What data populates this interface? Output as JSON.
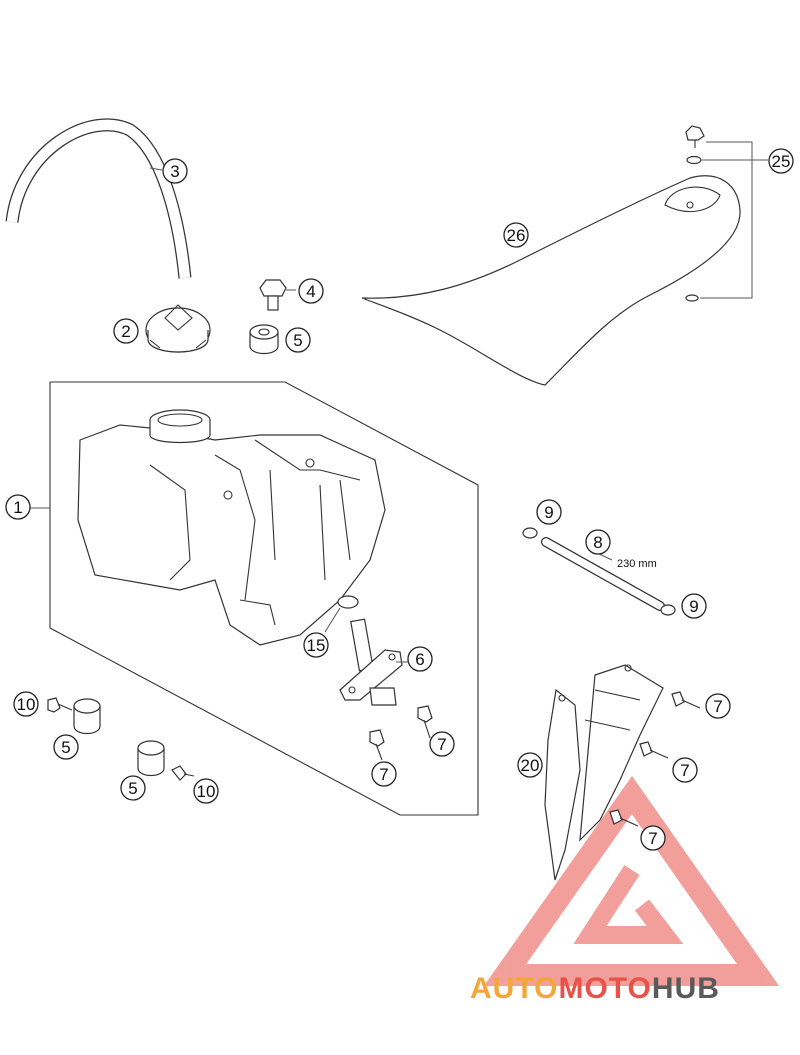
{
  "diagram": {
    "callouts": [
      {
        "id": "c3",
        "label": "3"
      },
      {
        "id": "c2",
        "label": "2"
      },
      {
        "id": "c4",
        "label": "4"
      },
      {
        "id": "c5a",
        "label": "5"
      },
      {
        "id": "c1",
        "label": "1"
      },
      {
        "id": "c15",
        "label": "15"
      },
      {
        "id": "c6",
        "label": "6"
      },
      {
        "id": "c7a",
        "label": "7"
      },
      {
        "id": "c7b",
        "label": "7"
      },
      {
        "id": "c10a",
        "label": "10"
      },
      {
        "id": "c5b",
        "label": "5"
      },
      {
        "id": "c5c",
        "label": "5"
      },
      {
        "id": "c10b",
        "label": "10"
      },
      {
        "id": "c25",
        "label": "25"
      },
      {
        "id": "c26",
        "label": "26"
      },
      {
        "id": "c9a",
        "label": "9"
      },
      {
        "id": "c8",
        "label": "8"
      },
      {
        "id": "c9b",
        "label": "9"
      },
      {
        "id": "c7c",
        "label": "7"
      },
      {
        "id": "c7d",
        "label": "7"
      },
      {
        "id": "c7e",
        "label": "7"
      },
      {
        "id": "c20",
        "label": "20"
      }
    ],
    "hose_length": "230 mm"
  },
  "watermark": {
    "part1": "AUTO",
    "part2": "MOTO",
    "part3": "HUB",
    "colors": {
      "auto": "#f4a63a",
      "moto": "#e8524a",
      "hub": "#5a5a5a",
      "triangle": "#e8524a"
    }
  }
}
